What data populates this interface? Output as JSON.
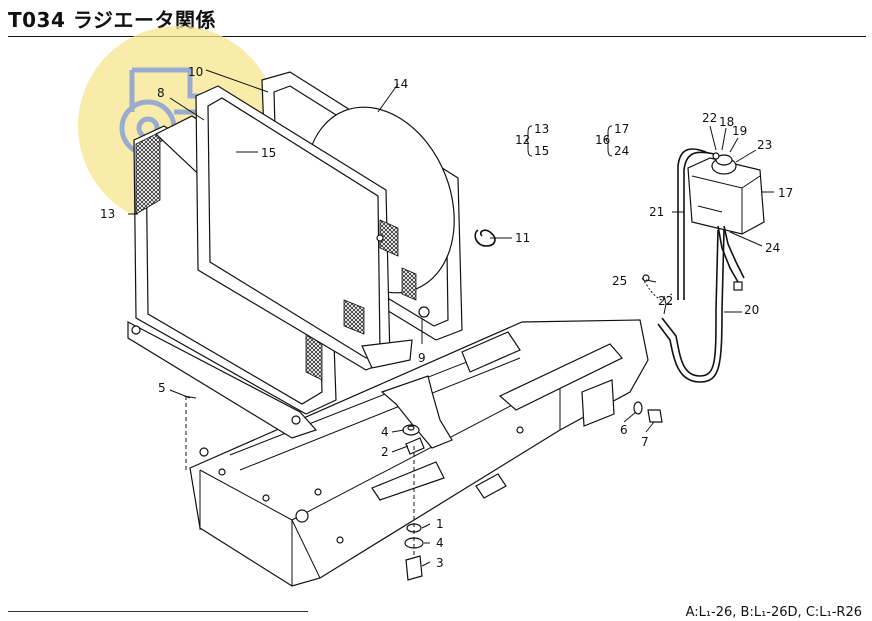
{
  "page_title": "T034 ラジエータ関係",
  "footnote": "A:L₁-26, B:L₁-26D, C:L₁-R26",
  "callouts": {
    "n1": "1",
    "n2": "2",
    "n3": "3",
    "n4a": "4",
    "n4b": "4",
    "n5": "5",
    "n6": "6",
    "n7": "7",
    "n8": "8",
    "n9": "9",
    "n10": "10",
    "n11": "11",
    "n13": "13",
    "n14": "14",
    "n15": "15",
    "n17": "17",
    "n18": "18",
    "n19": "19",
    "n20": "20",
    "n21": "21",
    "n22a": "22",
    "n22b": "22",
    "n23": "23",
    "n24": "24",
    "n25": "25"
  },
  "groups": {
    "g12": {
      "parent": "12",
      "items": [
        "13",
        "15"
      ]
    },
    "g16": {
      "parent": "16",
      "items": [
        "17",
        "24"
      ]
    }
  },
  "watermark_icon": "tractor-logo-icon"
}
